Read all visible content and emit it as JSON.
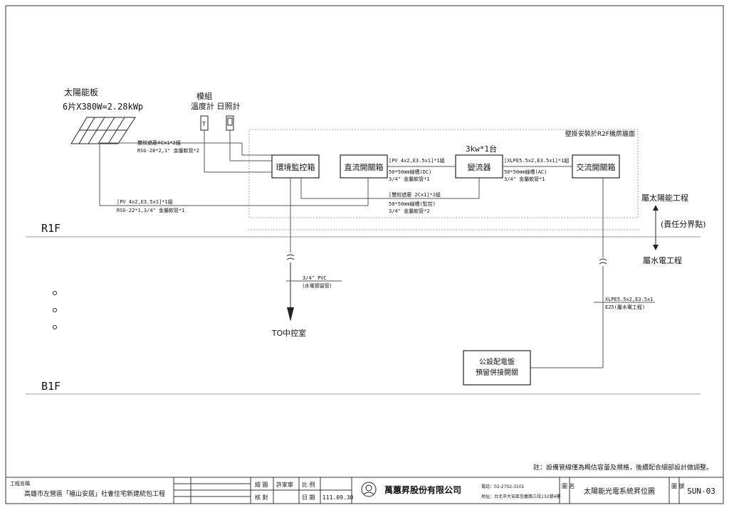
{
  "diagram": {
    "solar_panel": {
      "title": "太陽能板",
      "spec": "6片X380W=2.28kWp"
    },
    "sensor_module": {
      "title": "模組",
      "labels": "溫度計 日照計"
    },
    "wall_note": "壁掛安裝於R2F機房牆面",
    "inverter_qty": "3kw*1台",
    "boxes": {
      "monitor": "環境監控箱",
      "dc_switch": "直流開關箱",
      "inverter": "變流器",
      "ac_switch": "交流開關箱",
      "public_panel_line1": "公設配電盤",
      "public_panel_line2": "預留併接開關"
    },
    "cables": {
      "sensor_l1": "雙絞遮蔽4Cx1*2組",
      "sensor_l2": "RSG-28*2,1\" 金屬軟管*2",
      "pv_main_l1": "[PV 4x2,E3.5x1]*1組",
      "pv_main_l2": "RSG-22*1,3/4\" 金屬軟管*1",
      "dc_l1": "[PV 4x2,E3.5x1]*1組",
      "dc_l2": "50*50mm線槽(DC)",
      "dc_l3": "3/4\" 金屬軟管*1",
      "ac_l1": "[XLPE5.5x2,E3.5x1]*1組",
      "ac_l2": "50*50mm線槽(AC)",
      "ac_l3": "3/4\" 金屬軟管*1",
      "mon_l1": "[雙絞遮蔽 2Cx1]*2組",
      "mon_l2": "50*50mm線槽(監控)",
      "mon_l3": "3/4\" 金屬軟管*2",
      "pvc_l1": "3/4\" PVC",
      "pvc_l2": "(水電預留管)",
      "down_l1": "XLPE5.5x2,E3.5x1",
      "down_l2": "E25(屬水電工程)"
    },
    "to_control": "TO中控室",
    "floors": {
      "r1f": "R1F",
      "b1f": "B1F"
    },
    "scope": {
      "solar": "屬太陽能工程",
      "boundary": "(責任分界點)",
      "plumbing": "屬水電工程"
    },
    "note": "註：設備管線僅為概估容量及規格，後續配合細部設計做調整。"
  },
  "title_block": {
    "project_label": "工程名稱",
    "project_name": "高雄市左營區「福山安居」社會住宅新建統包工程",
    "draw": "繪 圖",
    "draw_name": "許家寧",
    "scale_label": "比 例",
    "check": "核 對",
    "date_label": "日 期",
    "date": "111.09.30",
    "company": "萬蕙昇股份有限公司",
    "phone": "電話：02-2702-3101",
    "address": "地址：台北市大安區信義路三段132號4樓",
    "drawing_name_label": "圖 名",
    "drawing_name": "太陽能光電系統昇位圖",
    "drawing_no_label": "圖 號",
    "drawing_no": "SUN-03"
  }
}
